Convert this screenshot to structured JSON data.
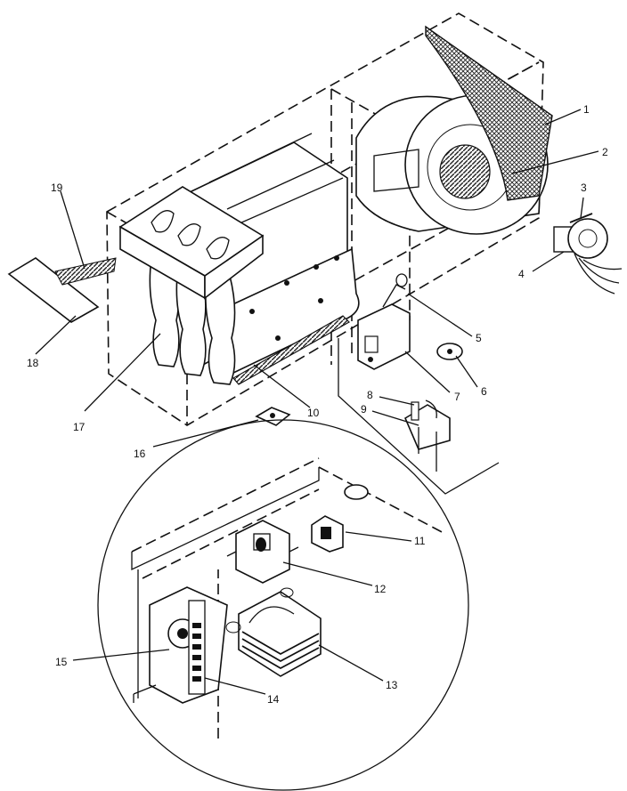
{
  "callouts": [
    {
      "id": "c1",
      "label": "1"
    },
    {
      "id": "c2",
      "label": "2"
    },
    {
      "id": "c3",
      "label": "3"
    },
    {
      "id": "c4",
      "label": "4"
    },
    {
      "id": "c5",
      "label": "5"
    },
    {
      "id": "c6",
      "label": "6"
    },
    {
      "id": "c7",
      "label": "7"
    },
    {
      "id": "c8",
      "label": "8"
    },
    {
      "id": "c9",
      "label": "9"
    },
    {
      "id": "c10",
      "label": "10"
    },
    {
      "id": "c11",
      "label": "11"
    },
    {
      "id": "c12",
      "label": "12"
    },
    {
      "id": "c13",
      "label": "13"
    },
    {
      "id": "c14",
      "label": "14"
    },
    {
      "id": "c15",
      "label": "15"
    },
    {
      "id": "c16",
      "label": "16"
    },
    {
      "id": "c17",
      "label": "17"
    },
    {
      "id": "c18",
      "label": "18"
    },
    {
      "id": "c19",
      "label": "19"
    }
  ],
  "colors": {
    "ink": "#111111",
    "paper": "#ffffff",
    "screen": "#555555"
  }
}
